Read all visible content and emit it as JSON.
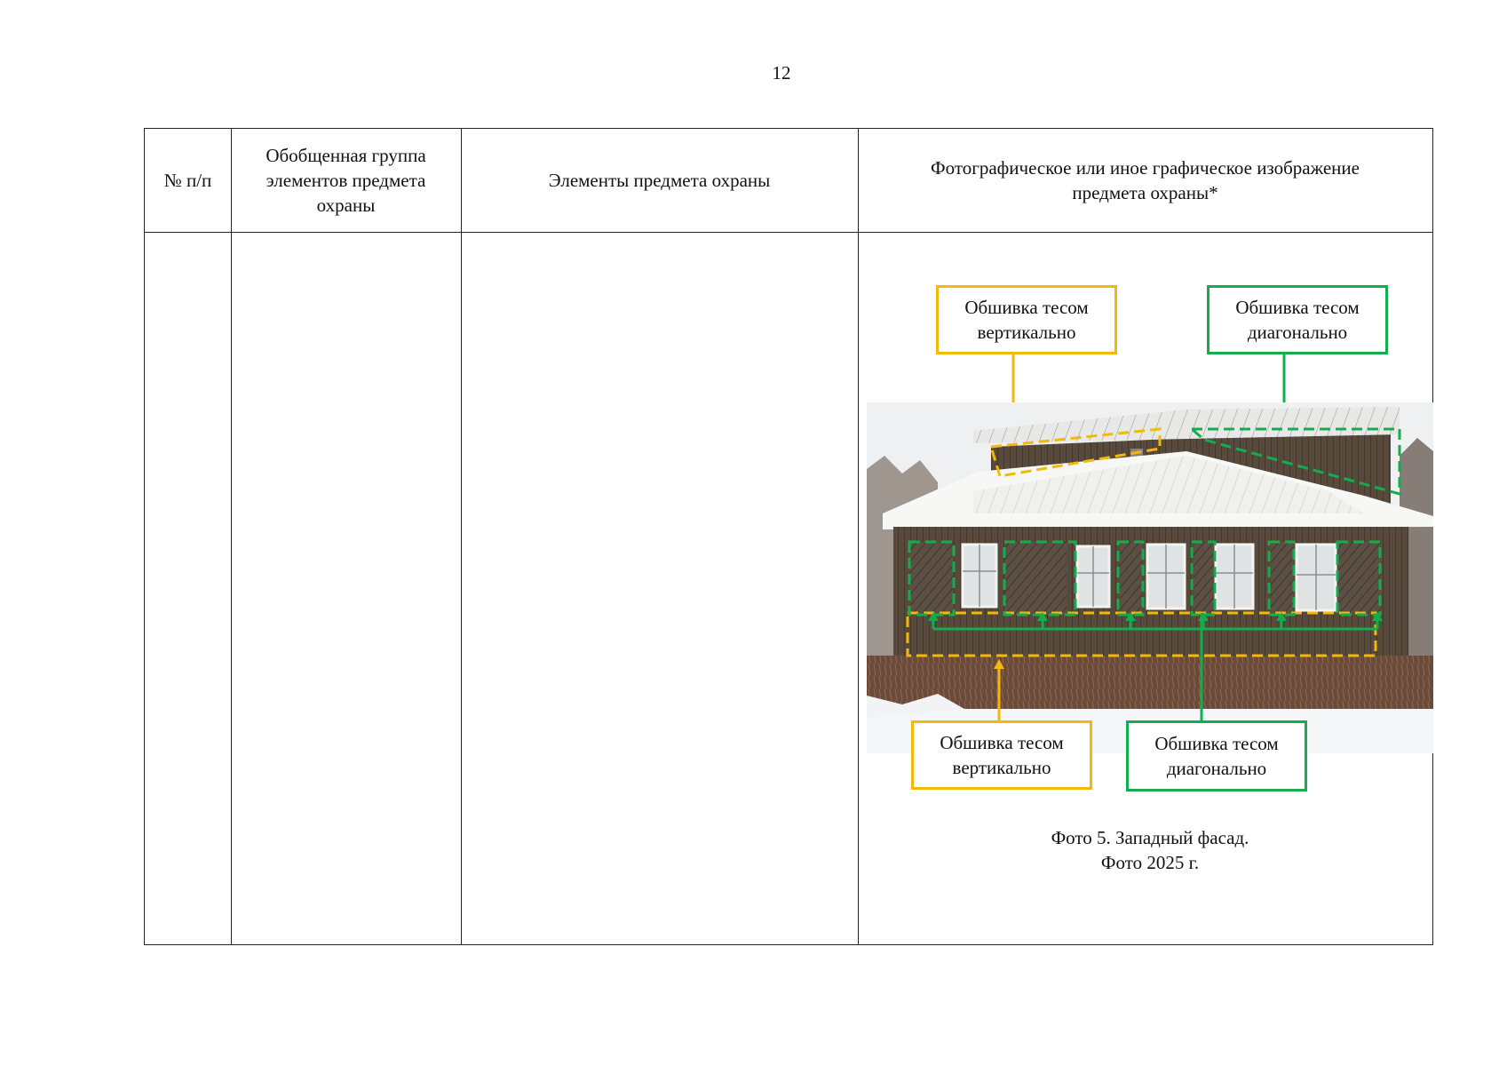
{
  "page": {
    "number": "12"
  },
  "table": {
    "headers": [
      "№ п/п",
      "Обобщенная группа элементов предмета охраны",
      "Элементы предмета охраны",
      "Фотографическое или иное графическое изображение предмета охраны*"
    ]
  },
  "figure": {
    "labels": {
      "top_left": "Обшивка тесом вертикально",
      "top_right": "Обшивка тесом диагонально",
      "bottom_left": "Обшивка тесом вертикально",
      "bottom_right": "Обшивка тесом диагонально"
    },
    "caption_line1": "Фото 5. Западный фасад.",
    "caption_line2": "Фото 2025 г.",
    "colors": {
      "vertical": "#f2b90b",
      "diagonal": "#13ad4e"
    }
  }
}
